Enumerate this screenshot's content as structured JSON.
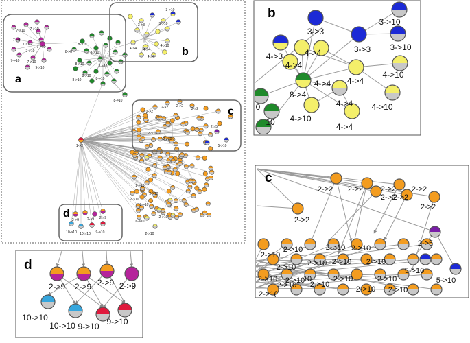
{
  "colors": {
    "magenta": "#b5239b",
    "green": "#1f8a2a",
    "yellow": "#f4ef6a",
    "blue": "#1c2ad6",
    "orange": "#f39c1f",
    "purple": "#7a1ea8",
    "cyan": "#36a6dd",
    "red": "#e0193c",
    "grey": "#c8c8c8",
    "edge": "#9a9a9a"
  },
  "overview": {
    "panel_labels": {
      "a": "a",
      "b": "b",
      "c": "c",
      "d": "d"
    },
    "node_labels": {
      "magenta_cluster": [
        "7->10",
        "7->10",
        "7->9",
        "7->7",
        "7->10",
        "7->10",
        "7->10",
        "7->10",
        "9->10"
      ],
      "green_cluster": [
        "8->8",
        "8->10",
        "8->10",
        "8->10",
        "8->10",
        "8->10",
        "8->10",
        "8->10"
      ],
      "yellow_cluster": [
        "3->3",
        "3->10",
        "4->4",
        "4->10",
        "4->4",
        "4->4",
        "3->10"
      ],
      "root": "1->2",
      "bridge": "8->10",
      "orange_cluster": [
        "2->2",
        "2->2",
        "2->2",
        "2->2",
        "2->10",
        "2->10",
        "2->10",
        "2->10",
        "2->5",
        "5->10",
        "2->10",
        "2->10",
        "3->10",
        "2->10",
        "6->10"
      ],
      "d_cluster": [
        "2->9",
        "2->9",
        "2->9",
        "10->10",
        "10->10",
        "9->10"
      ]
    }
  },
  "zoom_b": {
    "label": "b",
    "nodes": [
      {
        "label": "3->3"
      },
      {
        "label": "3->10"
      },
      {
        "label": "3->3"
      },
      {
        "label": "3->10"
      },
      {
        "label": "4->3"
      },
      {
        "label": "4->4"
      },
      {
        "label": "4->4"
      },
      {
        "label": "4->4"
      },
      {
        "label": "4->10"
      },
      {
        "label": "8->4"
      },
      {
        "label": "4->4"
      },
      {
        "label": "4->10"
      },
      {
        "label": "4->10"
      },
      {
        "label": "4->4"
      },
      {
        "label": "4->4"
      },
      {
        "label": "10"
      },
      {
        "label": "0"
      }
    ]
  },
  "zoom_c": {
    "label": "c",
    "nodes": [
      {
        "label": "2->2"
      },
      {
        "label": "2->2"
      },
      {
        "label": "2->2"
      },
      {
        "label": "2->2"
      },
      {
        "label": "2->2"
      },
      {
        "label": "2->2"
      },
      {
        "label": "2->2"
      },
      {
        "label": "2->2"
      },
      {
        "label": "2->5"
      },
      {
        "label": "2->10"
      },
      {
        "label": "2->10"
      },
      {
        "label": "2->10"
      },
      {
        "label": "2->10"
      },
      {
        "label": "2->10"
      },
      {
        "label": "2->10"
      },
      {
        "label": "2->10"
      },
      {
        "label": "2->10"
      },
      {
        "label": "5->10"
      },
      {
        "label": "5->10"
      },
      {
        "label": "2->10"
      },
      {
        "label": "2->10"
      },
      {
        "label": "10"
      },
      {
        "label": "2->10"
      },
      {
        "label": "2->10"
      },
      {
        "label": "2->10"
      },
      {
        "label": "2->10"
      },
      {
        "label": "2->10"
      },
      {
        "label": "2->10"
      },
      {
        "label": "2->1("
      }
    ]
  },
  "zoom_d": {
    "label": "d",
    "nodes": [
      {
        "label": "2->9"
      },
      {
        "label": "2->9"
      },
      {
        "label": "2->9"
      },
      {
        "label": "2->9"
      },
      {
        "label": "10->10"
      },
      {
        "label": "10->10"
      },
      {
        "label": "9->10"
      },
      {
        "label": "9->10"
      }
    ]
  }
}
